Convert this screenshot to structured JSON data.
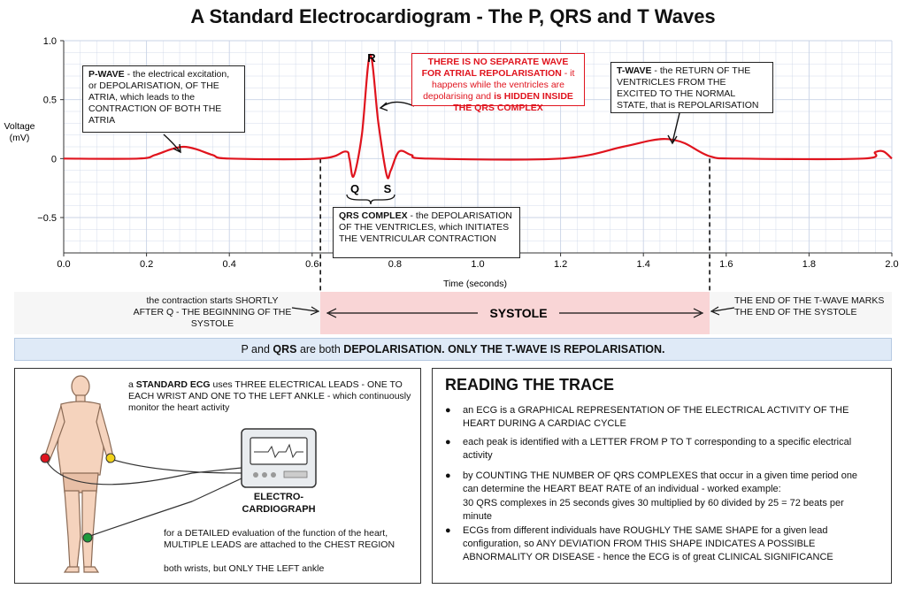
{
  "title": "A Standard Electrocardiogram - The P, QRS and T Waves",
  "chart": {
    "ylabel_line1": "Voltage",
    "ylabel_line2": "(mV)",
    "xlabel": "Time (seconds)",
    "yticks": [
      "1.0",
      "0.5",
      "0",
      "−0.5"
    ],
    "xticks": [
      "0.0",
      "0.2",
      "0.4",
      "0.6",
      "0.8",
      "1.0",
      "1.2",
      "1.4",
      "1.6",
      "1.8",
      "2.0"
    ],
    "wave_labels": {
      "r": "R",
      "q": "Q",
      "s": "S"
    },
    "trace_color": "#e0141e",
    "grid_color": "#c9d3e6"
  },
  "chart_data": {
    "type": "line",
    "xlim": [
      0,
      2.0
    ],
    "ylim": [
      -0.8,
      1.0
    ],
    "series": [
      {
        "x": [
          0.0,
          0.18,
          0.22,
          0.26,
          0.29,
          0.32,
          0.36,
          0.4,
          0.62,
          0.68,
          0.69,
          0.7,
          0.72,
          0.74,
          0.76,
          0.78,
          0.79,
          0.81,
          0.84,
          0.88,
          1.2,
          1.35,
          1.42,
          1.46,
          1.5,
          1.56,
          1.63,
          1.93,
          1.96,
          1.98,
          2.0
        ],
        "values": [
          0.0,
          0.0,
          0.03,
          0.08,
          0.1,
          0.08,
          0.03,
          0.0,
          0.0,
          0.06,
          0.0,
          -0.15,
          0.2,
          0.88,
          0.3,
          -0.14,
          -0.1,
          0.06,
          0.03,
          0.0,
          0.0,
          0.1,
          0.155,
          0.165,
          0.13,
          0.02,
          0.0,
          0.0,
          0.055,
          0.06,
          0.0
        ]
      }
    ],
    "markers": {
      "systole_start": 0.62,
      "systole_end": 1.56
    }
  },
  "callouts": {
    "pwave": {
      "head": "P-WAVE",
      "text": " - the electrical excitation, or DEPOLARISATION, OF THE ATRIA, which leads to the CONTRACTION OF BOTH THE ATRIA"
    },
    "atrial": {
      "head": "THERE IS NO SEPARATE WAVE FOR ATRIAL REPOLARISATION",
      "mid": " - it happens while the ventricles are depolarising and ",
      "tail": "is HIDDEN INSIDE THE QRS COMPLEX"
    },
    "twave": {
      "head": "T-WAVE",
      "text": " - the RETURN OF THE VENTRICLES FROM THE EXCITED TO THE NORMAL STATE, that is REPOLARISATION"
    },
    "qrs": {
      "head": "QRS COMPLEX",
      "text": " - the DEPOLARISATION OF THE VENTRICLES, which INITIATES THE VENTRICULAR CONTRACTION"
    }
  },
  "systole": {
    "label": "SYSTOLE",
    "left_note": "the contraction starts SHORTLY AFTER Q - THE BEGINNING OF THE SYSTOLE",
    "right_note": "THE END OF THE T-WAVE MARKS THE END OF THE SYSTOLE",
    "band_color": "#f9d5d6"
  },
  "depol_bar": {
    "p1": "P and ",
    "p2": "QRS",
    "p3": " are both ",
    "p4": "DEPOLARISATION.  ONLY THE T-WAVE IS REPOLARISATION."
  },
  "left_panel": {
    "intro_a": "a ",
    "intro_b": "STANDARD ECG",
    "intro_c": " uses THREE ELECTRICAL LEADS - ONE TO EACH WRIST AND ONE TO THE LEFT ANKLE - which continuously monitor the heart activity",
    "device_line1": "ELECTRO-",
    "device_line2": "CARDIOGRAPH",
    "detail": "for a DETAILED evaluation of the function of the heart, MULTIPLE LEADS are attached to the CHEST REGION",
    "bottom": "both wrists, but ONLY THE LEFT ankle",
    "electrode_colors": [
      "#e0141e",
      "#f2d21b",
      "#1d9a3c"
    ]
  },
  "reading": {
    "title": "READING THE TRACE",
    "bullets": [
      "an ECG is a GRAPHICAL REPRESENTATION OF THE ELECTRICAL ACTIVITY OF THE HEART DURING A CARDIAC CYCLE",
      "each peak is identified with a LETTER FROM P TO T corresponding to a specific electrical activity",
      "by COUNTING THE NUMBER OF QRS COMPLEXES that occur in a given time period one can determine the HEART BEAT RATE of an individual - worked example:",
      "ECGs from different individuals have ROUGHLY THE SAME SHAPE for a given lead configuration, so ANY DEVIATION FROM THIS SHAPE INDICATES A POSSIBLE ABNORMALITY OR DISEASE - hence the ECG is of great CLINICAL SIGNIFICANCE"
    ],
    "worked_example": "30 QRS complexes in 25 seconds gives 30 multiplied by 60 divided by 25 = 72 beats per minute"
  }
}
